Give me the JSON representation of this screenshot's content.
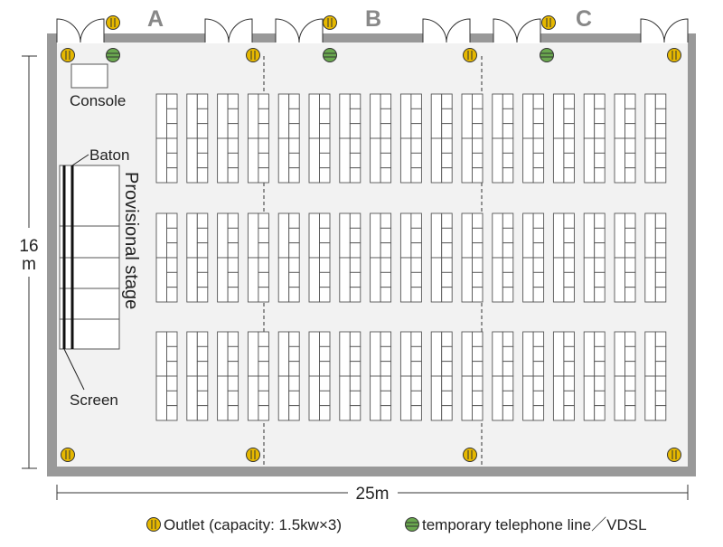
{
  "sections": [
    {
      "label": "A"
    },
    {
      "label": "B"
    },
    {
      "label": "C"
    }
  ],
  "labels": {
    "console": "Console",
    "baton": "Baton",
    "screen": "Screen",
    "stage": "Provisional stage"
  },
  "dimensions": {
    "height_value": "16",
    "height_unit": "m",
    "width": "25m"
  },
  "legend": {
    "outlet": "Outlet (capacity: 1.5kw×3)",
    "telephone": "temporary telephone line／VDSL"
  },
  "seating": {
    "block_columns": 17,
    "block_rows": 3,
    "desks_per_block": 2,
    "seats_per_desk": 3
  },
  "colors": {
    "wall": "#999999",
    "floor": "#f2f2f2",
    "outlet": "#e6b800",
    "telephone": "#6aa84f",
    "section_letter": "#888888",
    "text": "#222222"
  }
}
